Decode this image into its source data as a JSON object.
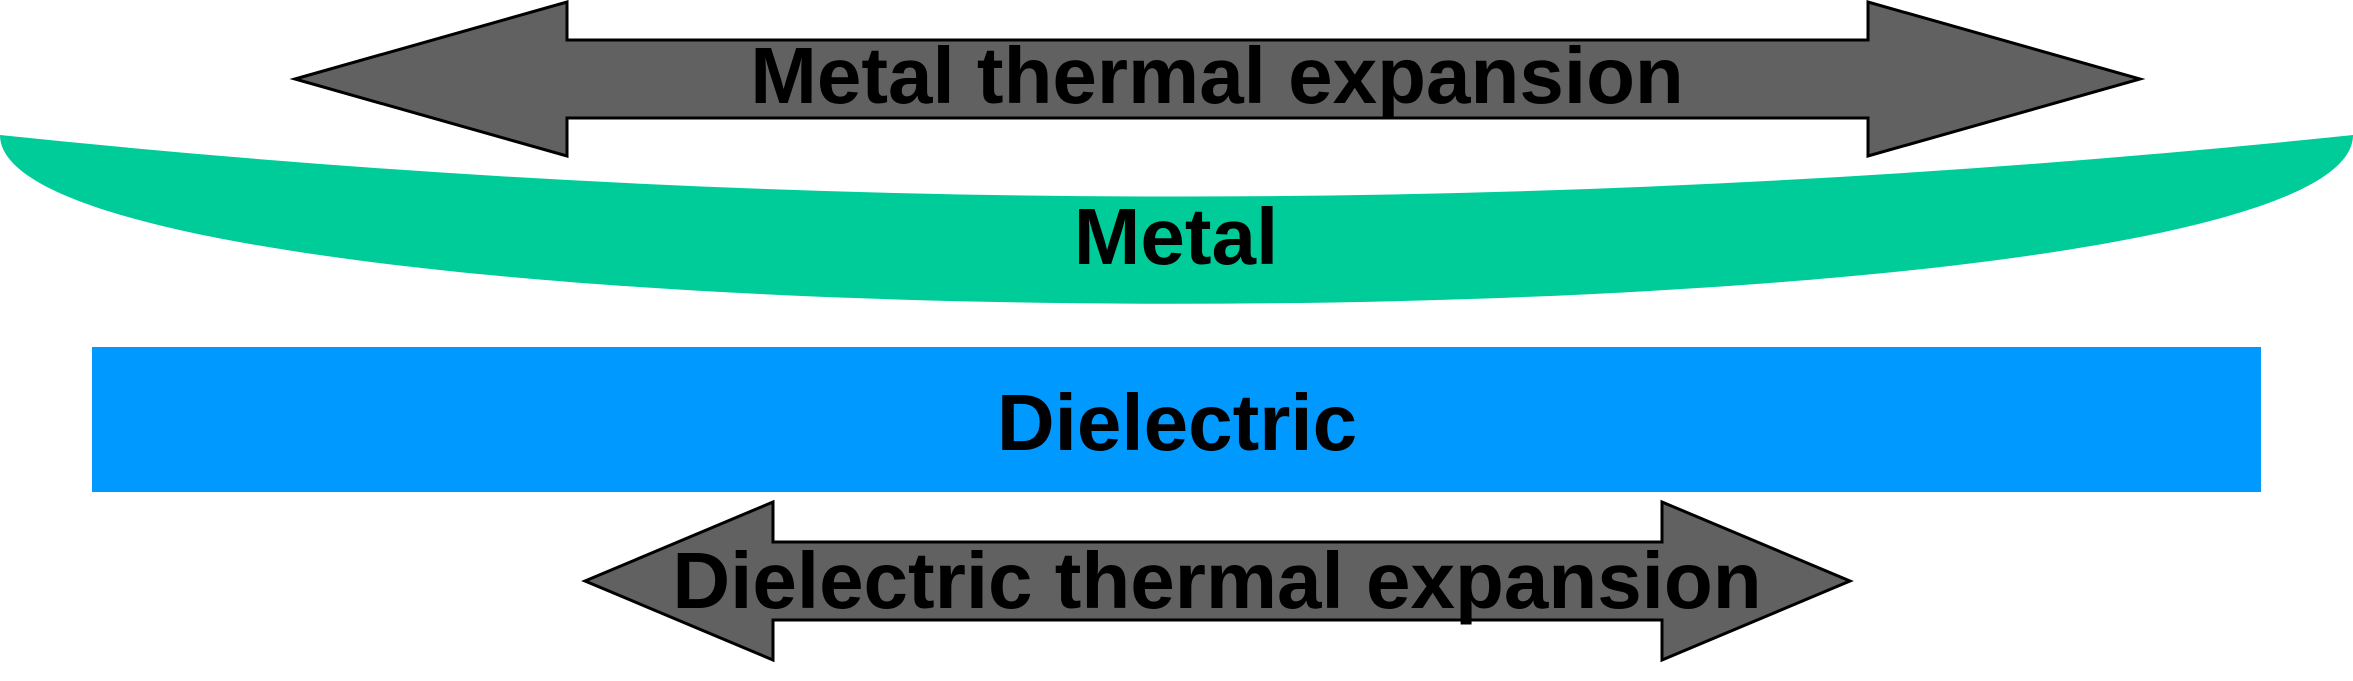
{
  "labels": {
    "metal_expansion": "Metal thermal expansion",
    "metal": "Metal",
    "dielectric": "Dielectric",
    "dielectric_expansion": "Dielectric thermal expansion"
  },
  "colors": {
    "arrow_fill": "#616161",
    "arrow_stroke": "#000000",
    "metal": "#00CC99",
    "dielectric": "#0099FF",
    "text": "#000000"
  }
}
